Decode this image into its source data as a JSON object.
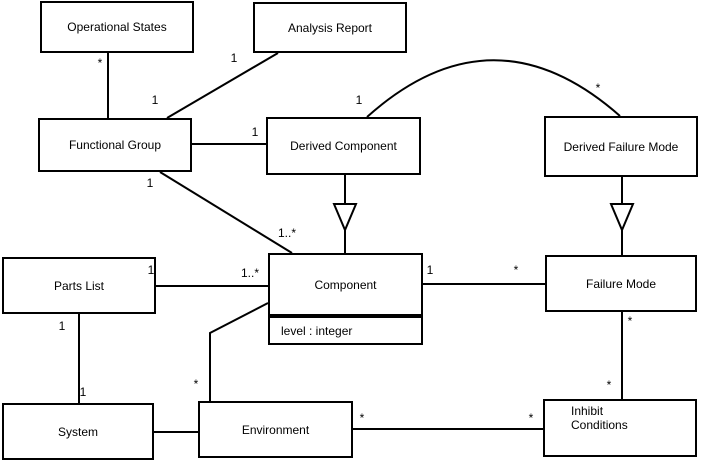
{
  "diagram": {
    "kind": "UML class diagram",
    "colors": {
      "background": "#ffffff",
      "line": "#000000",
      "text": "#000000",
      "box_fill": "#ffffff"
    },
    "classes": [
      {
        "name": "Operational States"
      },
      {
        "name": "Analysis Report"
      },
      {
        "name": "Functional Group"
      },
      {
        "name": "Derived Component"
      },
      {
        "name": "Derived Failure Mode"
      },
      {
        "name": "Parts List"
      },
      {
        "name": "Component",
        "attributes": [
          "level : integer"
        ]
      },
      {
        "name": "Failure Mode"
      },
      {
        "name": "System"
      },
      {
        "name": "Environment"
      },
      {
        "name": "Inhibit Conditions",
        "display": "Inhibit\nConditions"
      }
    ],
    "associations": [
      {
        "from": "Operational States",
        "to": "Functional Group",
        "from_label": "*",
        "to_label": ""
      },
      {
        "from": "Analysis Report",
        "to": "Functional Group",
        "from_label": "1",
        "to_label": "1"
      },
      {
        "from": "Functional Group",
        "to": "Derived Component",
        "from_label": "",
        "to_label": "1"
      },
      {
        "from": "Derived Component",
        "to": "Derived Failure Mode",
        "from_label": "1",
        "to_label": "*"
      },
      {
        "from": "Functional Group",
        "to": "Component",
        "from_label": "1",
        "to_label": "1..*"
      },
      {
        "from": "Parts List",
        "to": "Component",
        "from_label": "1",
        "to_label": "1..*"
      },
      {
        "from": "Parts List",
        "to": "System",
        "from_label": "1",
        "to_label": "1"
      },
      {
        "from": "System",
        "to": "Environment",
        "from_label": "",
        "to_label": ""
      },
      {
        "from": "Environment",
        "to": "Component",
        "from_label": "*",
        "to_label": ""
      },
      {
        "from": "Environment",
        "to": "Inhibit Conditions",
        "from_label": "*",
        "to_label": "*"
      },
      {
        "from": "Component",
        "to": "Failure Mode",
        "from_label": "1",
        "to_label": "*"
      },
      {
        "from": "Failure Mode",
        "to": "Inhibit Conditions",
        "from_label": "*",
        "to_label": "*"
      }
    ],
    "generalizations": [
      {
        "child": "Derived Component",
        "parent": "Component"
      },
      {
        "child": "Derived Failure Mode",
        "parent": "Failure Mode"
      }
    ]
  }
}
